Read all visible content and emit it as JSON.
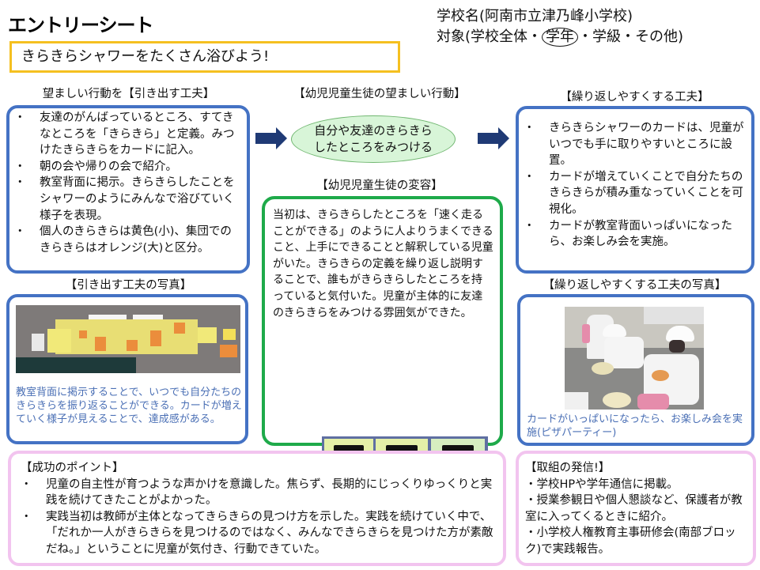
{
  "header": {
    "title": "エントリーシート",
    "theme": "きらきらシャワーをたくさん浴びよう!",
    "school_name_line": "学校名(阿南市立津乃峰小学校)",
    "target_prefix": "対象(学校全体・",
    "target_selected": "学年",
    "target_suffix": "・学級・その他)"
  },
  "left_section": {
    "label": "望ましい行動を【引き出す工夫】",
    "items": [
      "友達のがんばっているところ、すてきなところを「きらきら」と定義。みつけたきらきらをカードに記入。",
      "朝の会や帰りの会で紹介。",
      "教室背面に掲示。きらきらしたことをシャワーのようにみんなで浴びていく様子を表現。",
      "個人のきらきらは黄色(小)、集団でのきらきらはオレンジ(大)と区分。"
    ]
  },
  "center_section": {
    "desired_label": "【幼児児童生徒の望ましい行動】",
    "desired_behavior": "自分や友達のきらきらしたところをみつける",
    "change_label": "【幼児児童生徒の変容】",
    "change_text": " 当初は、きらきらしたところを「速く走ることができる」のように人よりうまくできること、上手にできることと解釈している児童がいた。きらきらの定義を繰り返し説明することで、誰もがきらきらしたところを持っていると気付いた。児童が主体的に友達のきらきらをみつける雰囲気ができた。"
  },
  "right_section": {
    "label": "【繰り返しやすくする工夫】",
    "items": [
      "きらきらシャワーのカードは、児童がいつでも手に取りやすいところに設置。",
      "カードが増えていくことで自分たちのきらきらが積み重なっていくことを可視化。",
      "カードが教室背面いっぱいになったら、お楽しみ会を実施。"
    ]
  },
  "left_photo": {
    "label": "【引き出す工夫の写真】",
    "caption": " 教室背面に掲示することで、いつでも自分たちのきらきらを振り返ることができる。カードが増えていく様子が見えることで、達成感がある。"
  },
  "right_photo": {
    "label": "【繰り返しやすくする工夫の写真】",
    "caption": " カードがいっぱいになったら、お楽しみ会を実施(ピザパーティー)"
  },
  "success_points": {
    "heading": "【成功のポイント】",
    "items": [
      "児童の自主性が育つような声かけを意識した。焦らず、長期的にじっくりゆっくりと実践を続けてきたことがよかった。",
      "実践当初は教師が主体となってきらきらの見つけ方を示した。実践を続けていく中で、「だれか一人がきらきらを見つけるのではなく、みんなできらきらを見つけた方が素敵だね。」ということに児童が気付き、行動できていた。"
    ]
  },
  "outreach": {
    "heading": "【取組の発信!】",
    "items": [
      "・学校HPや学年通信に掲載。",
      "・授業参観日や個人懇談など、保護者が教室に入ってくるときに紹介。",
      "・小学校人権教育主事研修会(南部ブロック)で実践報告。"
    ]
  },
  "colors": {
    "theme_border": "#f5c020",
    "blue_border": "#4472c4",
    "green_border": "#1eaa4a",
    "pink_border": "#f2c4ef",
    "arrow": "#1f3a75",
    "ellipse_fill": "#d8f5d8",
    "caption_text": "#4a6fb5"
  }
}
